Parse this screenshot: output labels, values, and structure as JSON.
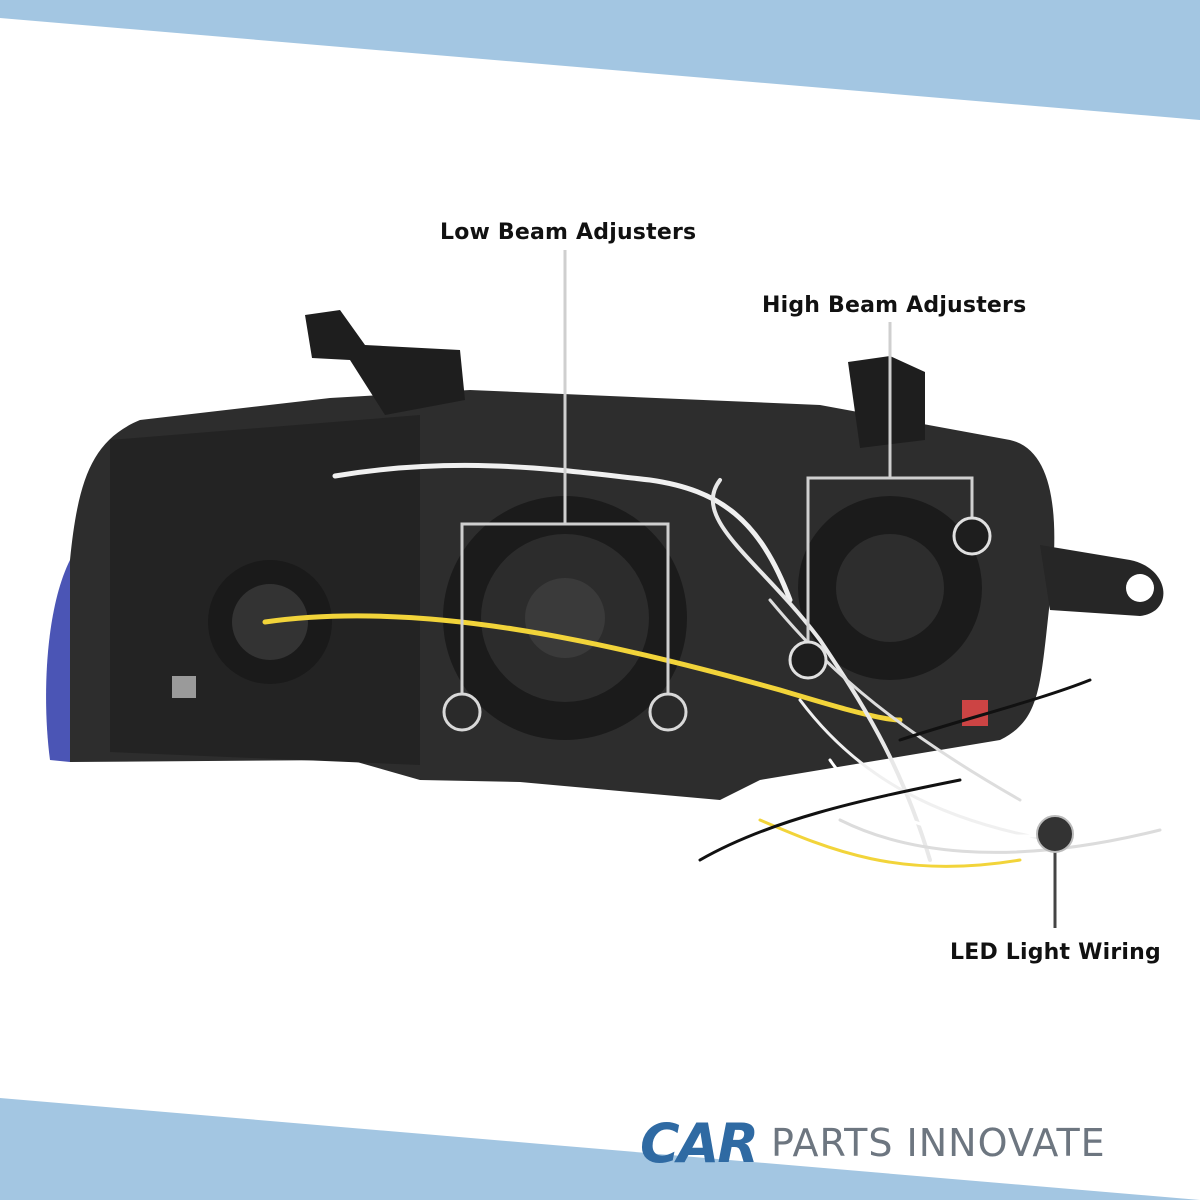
{
  "callouts": {
    "low_beam": "Low Beam Adjusters",
    "high_beam": "High Beam Adjusters",
    "led_wiring": "LED Light Wiring"
  },
  "brand": {
    "mark": "CAR",
    "name": "PARTS INNOVATE"
  },
  "colors": {
    "banner": "#a3c6e2",
    "logo_mark": "#2f6aa3",
    "logo_text": "#6d7680",
    "housing": "#2b2b2b",
    "led_wire": "#f2d43a"
  }
}
